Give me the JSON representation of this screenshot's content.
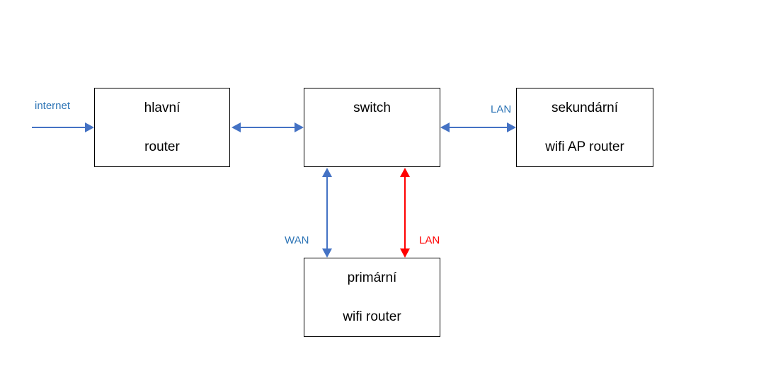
{
  "diagram": {
    "nodes": {
      "main_router": {
        "line1": "hlavní",
        "line2": "router"
      },
      "switch": {
        "line1": "switch"
      },
      "secondary_router": {
        "line1": "sekundární",
        "line2": "wifi AP router"
      },
      "primary_router": {
        "line1": "primární",
        "line2": "wifi router"
      }
    },
    "labels": {
      "internet": "internet",
      "lan_top": "LAN",
      "wan": "WAN",
      "lan_bottom": "LAN"
    }
  },
  "colors": {
    "arrow_blue": "#4472C4",
    "label_blue": "#2E75B6",
    "arrow_red": "#FF0000",
    "label_red": "#FF0000",
    "box_border": "#000000",
    "box_text": "#000000",
    "background": "#FFFFFF"
  }
}
